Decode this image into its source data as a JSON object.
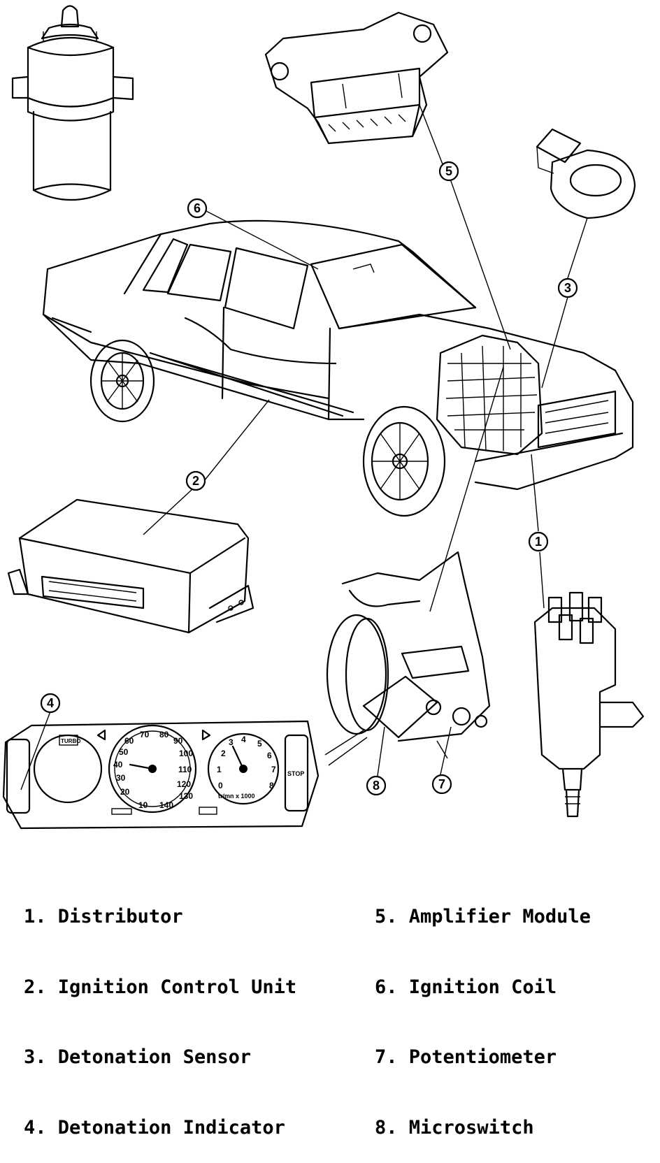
{
  "callouts": [
    {
      "number": "1"
    },
    {
      "number": "2"
    },
    {
      "number": "3"
    },
    {
      "number": "4"
    },
    {
      "number": "5"
    },
    {
      "number": "6"
    },
    {
      "number": "7"
    },
    {
      "number": "8"
    }
  ],
  "legend": [
    {
      "number": "1.",
      "label": "Distributor"
    },
    {
      "number": "2.",
      "label": "Ignition Control Unit"
    },
    {
      "number": "3.",
      "label": "Detonation Sensor"
    },
    {
      "number": "4.",
      "label": "Detonation Indicator"
    },
    {
      "number": "5.",
      "label": "Amplifier Module"
    },
    {
      "number": "6.",
      "label": "Ignition Coil"
    },
    {
      "number": "7.",
      "label": "Potentiometer"
    },
    {
      "number": "8.",
      "label": "Microswitch"
    }
  ],
  "speedometer": {
    "ticks": [
      "20",
      "30",
      "40",
      "50",
      "60",
      "70",
      "80",
      "90",
      "100",
      "110",
      "120",
      "130",
      "140",
      "10"
    ]
  },
  "tachometer": {
    "ticks": [
      "0",
      "1",
      "2",
      "3",
      "4",
      "5",
      "6",
      "7",
      "8"
    ],
    "unit": "tr/mn x 1000"
  },
  "indicator_panel": {
    "labels": [
      "STOP"
    ]
  },
  "boost_gauge_label": "TURBO"
}
